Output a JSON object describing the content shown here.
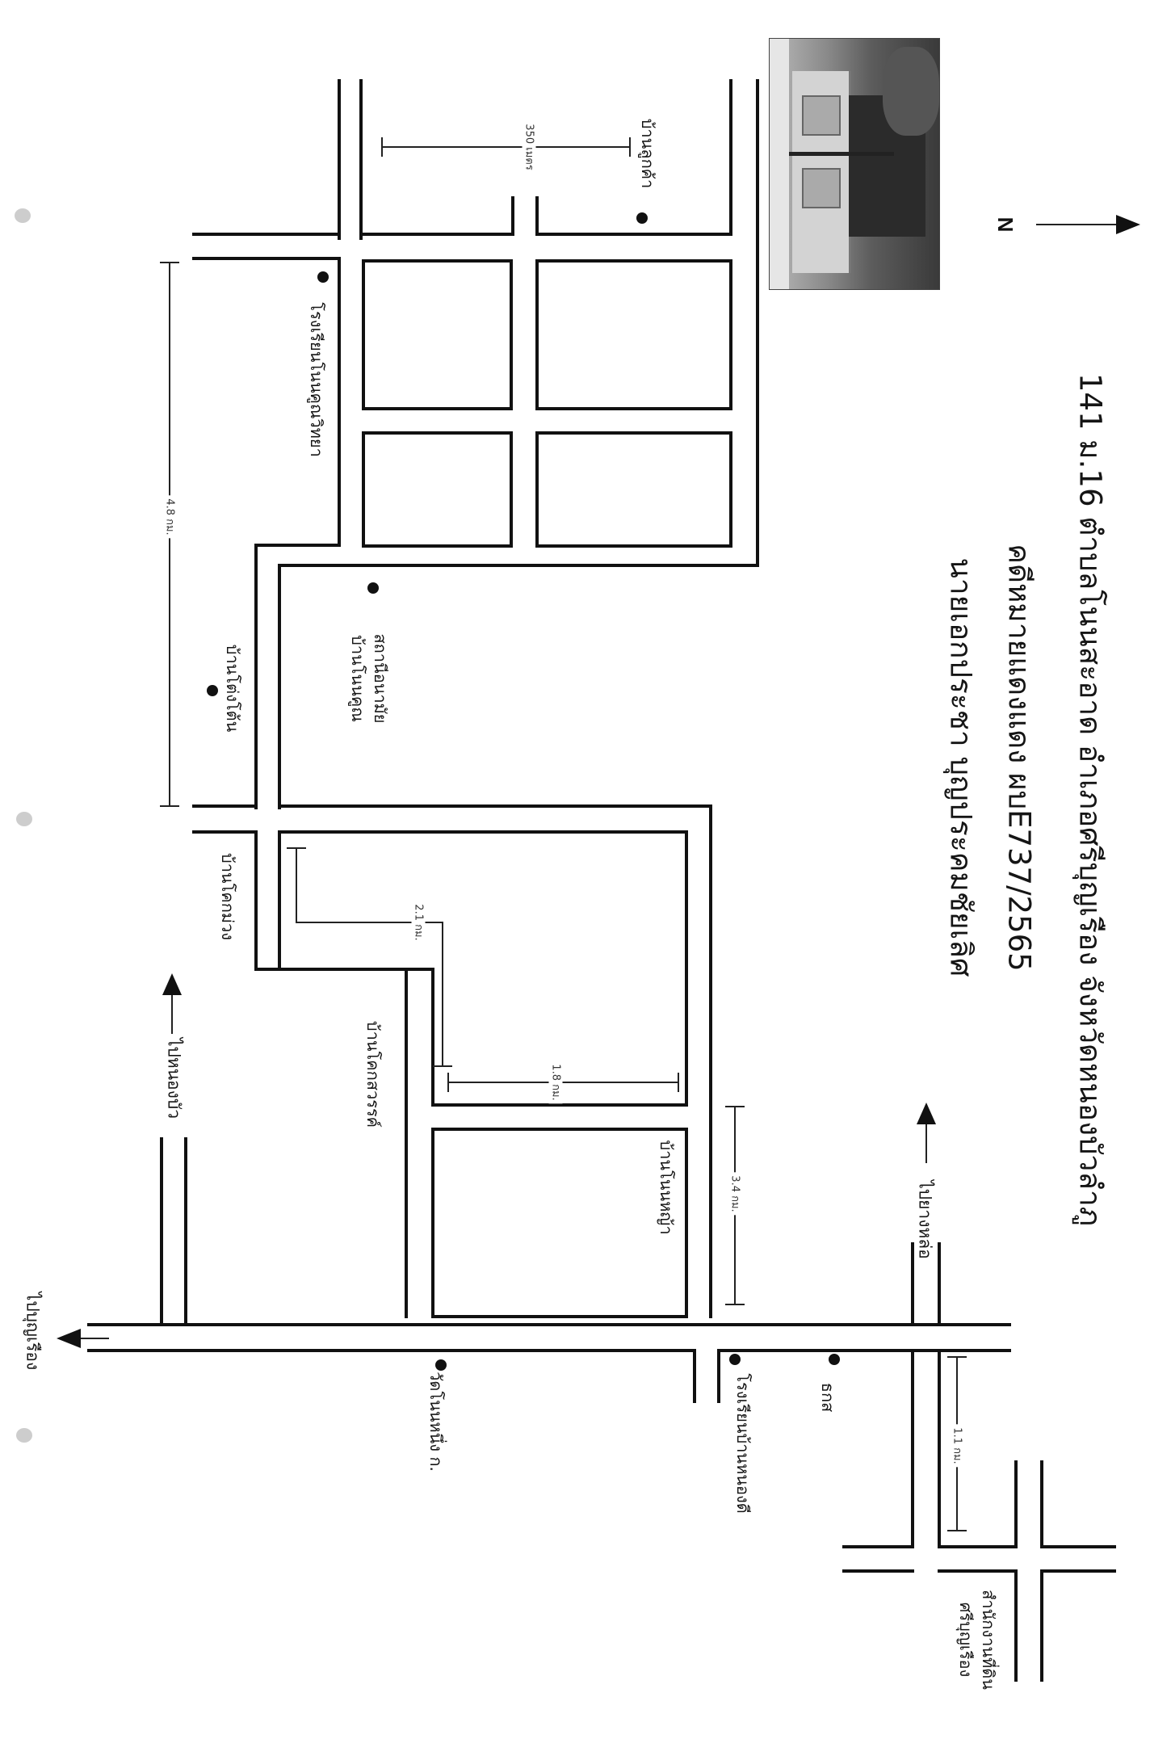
{
  "title": {
    "address": "141 ม.16 ตำบลโนนสะอาด อำเภอศรีบุญเรือง จังหวัดหนองบัวลำภู",
    "case": "คดีหมายแดงแดง ผบE737/2565",
    "owner": "นายเอกประชา บุญประคมชัยเลิศ"
  },
  "compass": {
    "label": "N"
  },
  "places": {
    "ban_loek_kha": "บ้านลูกค้า",
    "school_nonkhun": "โรงเรียนโนนคูณวิทยา",
    "health_station_line1": "สถานีอนามัย",
    "health_station_line2": "บ้านโนนคูณ",
    "ban_dong_don": "บ้านโต่งโต้น",
    "ban_khok_muang": "บ้านโคกม่วง",
    "ban_khok_sawan": "บ้านโคกสวรรค์",
    "ban_non_ya": "บ้านโนนหญ้า",
    "wat_nong_kung": "วัดโนนหนึ่ง ก.",
    "school_ban_nong_di": "โรงเรียนบ้านหนองดี",
    "baac": "ธกส",
    "land_office_line1": "สำนักงานที่ดิน",
    "land_office_line2": "ศรีบุญเรือง"
  },
  "directions": {
    "to_nong_bua": "ไปหนองบัว",
    "to_nong_bua_lamphu": "ไปบุญเรือง",
    "to_yang_lo": "ไปยางหล่อ"
  },
  "distances": {
    "d350": "350 เมตร",
    "d48": "4.8 กม.",
    "d21": "2.1 กม.",
    "d18": "1.8 กม.",
    "d34": "3.4 กม.",
    "d11": "1.1 กม."
  }
}
